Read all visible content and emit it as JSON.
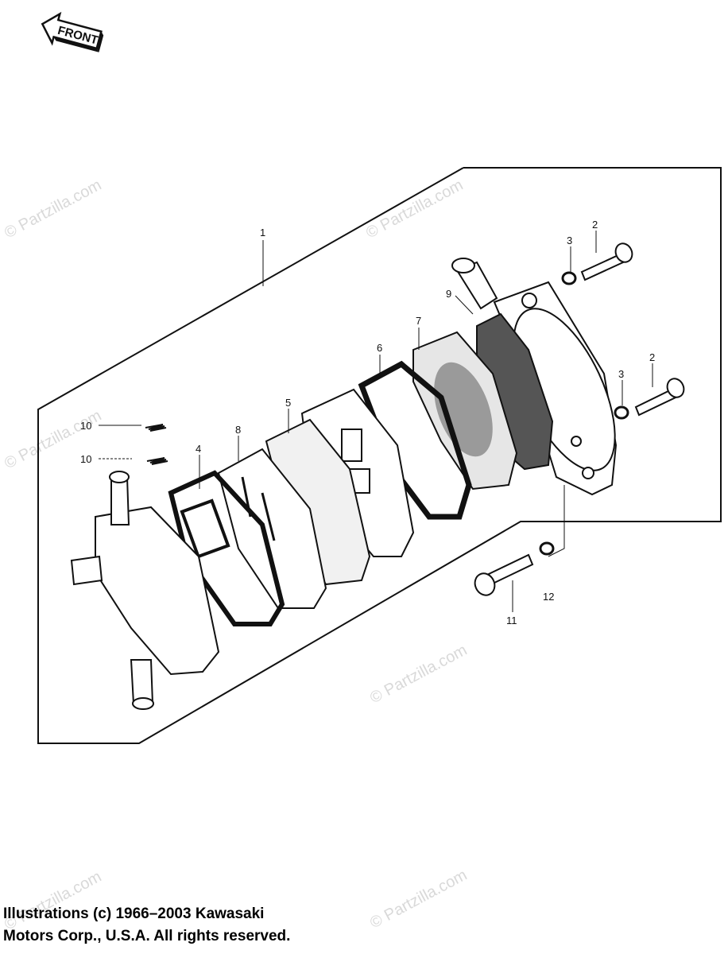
{
  "front_label": "FRONT",
  "watermark": "© Partzilla.com",
  "callouts": [
    {
      "id": "c1",
      "text": "1"
    },
    {
      "id": "c2a",
      "text": "2"
    },
    {
      "id": "c2b",
      "text": "2"
    },
    {
      "id": "c3a",
      "text": "3"
    },
    {
      "id": "c3b",
      "text": "3"
    },
    {
      "id": "c4",
      "text": "4"
    },
    {
      "id": "c5",
      "text": "5"
    },
    {
      "id": "c6",
      "text": "6"
    },
    {
      "id": "c7",
      "text": "7"
    },
    {
      "id": "c8",
      "text": "8"
    },
    {
      "id": "c9",
      "text": "9"
    },
    {
      "id": "c10a",
      "text": "10"
    },
    {
      "id": "c10b",
      "text": "10"
    },
    {
      "id": "c11",
      "text": "11"
    },
    {
      "id": "c12",
      "text": "12"
    }
  ],
  "copyright": {
    "line1": "Illustrations (c) 1966–2003 Kawasaki",
    "line2": "Motors Corp., U.S.A.  All rights reserved."
  }
}
